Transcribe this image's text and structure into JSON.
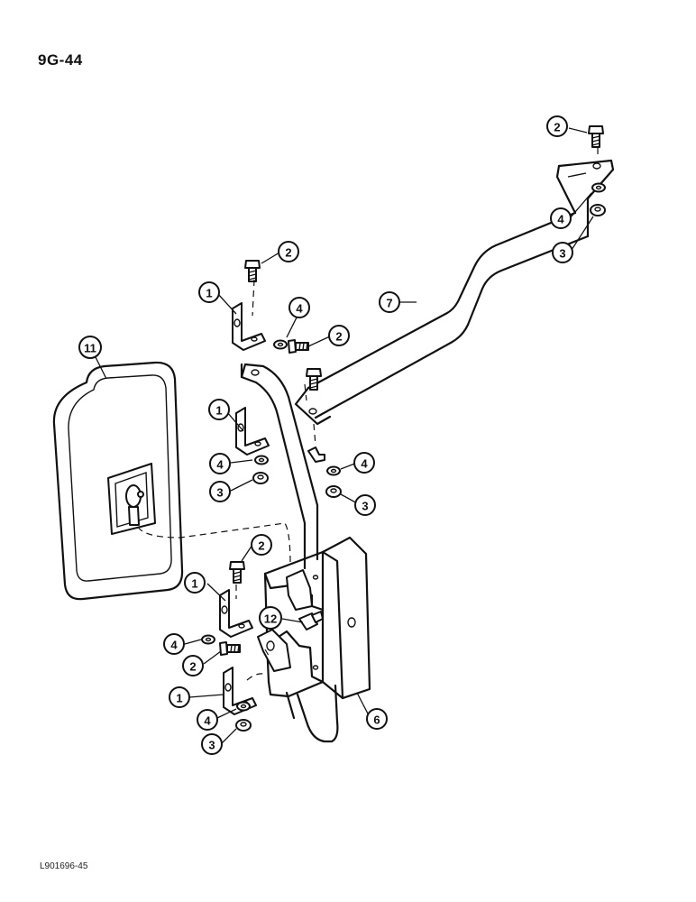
{
  "page_code": "9G-44",
  "drawing_code": "L901696-45",
  "callouts": [
    "1",
    "2",
    "3",
    "4",
    "6",
    "7",
    "11",
    "12"
  ],
  "parts": {
    "mirror": "11",
    "mounting_bracket": "6",
    "support_arm": "7",
    "clamp": "1",
    "bolt": "2",
    "nut": "3",
    "lock_washer": "4",
    "mirror_bolt": "12"
  }
}
